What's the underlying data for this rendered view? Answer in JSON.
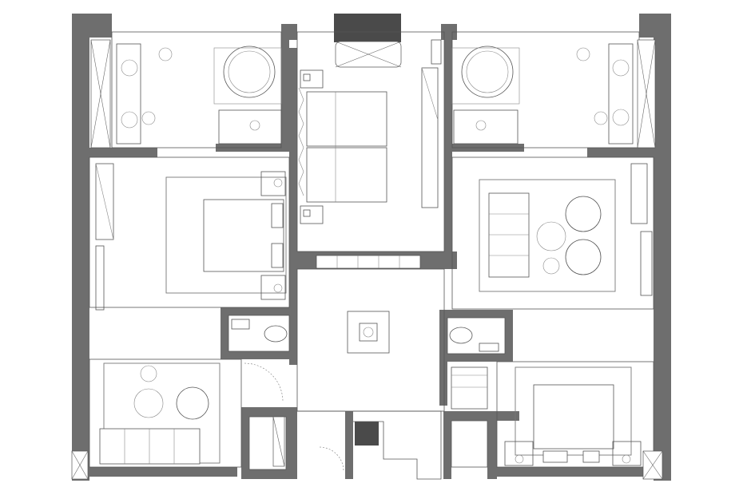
{
  "plan": {
    "kind": "floor-plan",
    "colors": {
      "wall": "#6e6e6e",
      "wall_dark": "#4a4a4a",
      "line": "#555555",
      "background": "#ffffff"
    },
    "rooms": [
      "left-bathroom",
      "right-bathroom",
      "central-bedroom",
      "left-bedroom",
      "right-living-room",
      "center-hall",
      "left-wc",
      "right-wc",
      "left-lounge",
      "right-bedroom",
      "left-closet",
      "bottom-entry"
    ]
  }
}
